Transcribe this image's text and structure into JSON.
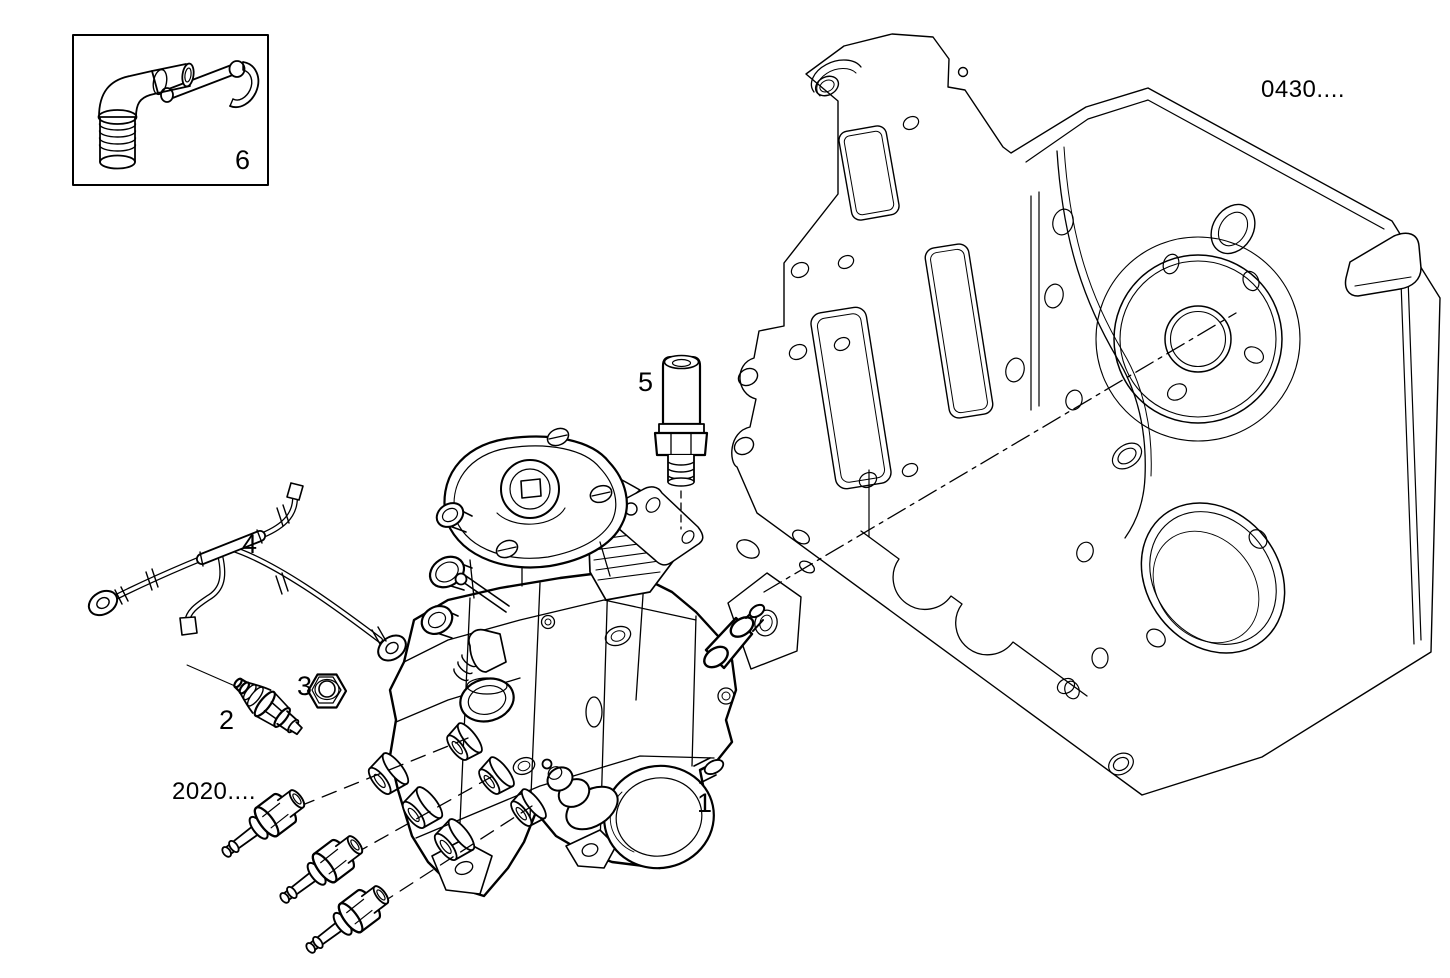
{
  "background_color": "#ffffff",
  "ink_color": "#000000",
  "ref_codes": {
    "timing_case": "0430....",
    "injection_lines": "2020...."
  },
  "callouts": {
    "c1": "1",
    "c2": "2",
    "c3": "3",
    "c4": "4",
    "c5": "5",
    "c6": "6"
  }
}
